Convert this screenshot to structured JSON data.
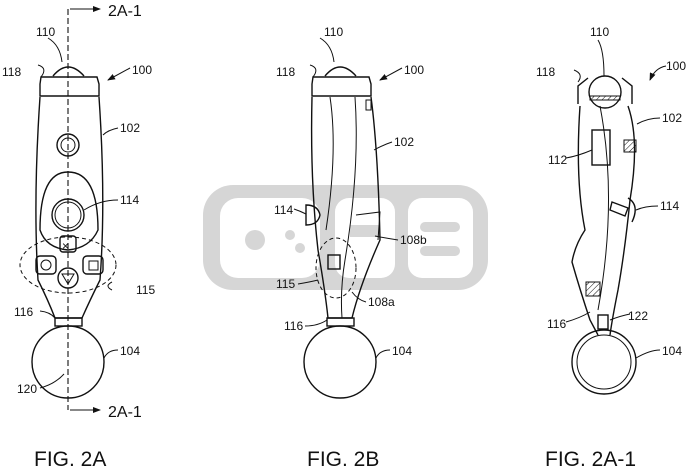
{
  "figures": [
    {
      "caption": "FIG. 2A",
      "section_marker_top": "2A-1",
      "section_marker_bottom": "2A-1",
      "labels": {
        "l110": "110",
        "l118": "118",
        "l100": "100",
        "l102": "102",
        "l114": "114",
        "l115": "115",
        "l116": "116",
        "l104": "104",
        "l120": "120"
      }
    },
    {
      "caption": "FIG. 2B",
      "labels": {
        "l110": "110",
        "l118": "118",
        "l100": "100",
        "l102": "102",
        "l114": "114",
        "l108b": "108b",
        "l115": "115",
        "l108a": "108a",
        "l116": "116",
        "l104": "104"
      }
    },
    {
      "caption": "FIG. 2A-1",
      "labels": {
        "l110": "110",
        "l118": "118",
        "l100": "100",
        "l102": "102",
        "l112": "112",
        "l114": "114",
        "l116": "116",
        "l122": "122",
        "l104": "104"
      }
    }
  ],
  "watermark": {
    "color": "#c8c8c8"
  }
}
